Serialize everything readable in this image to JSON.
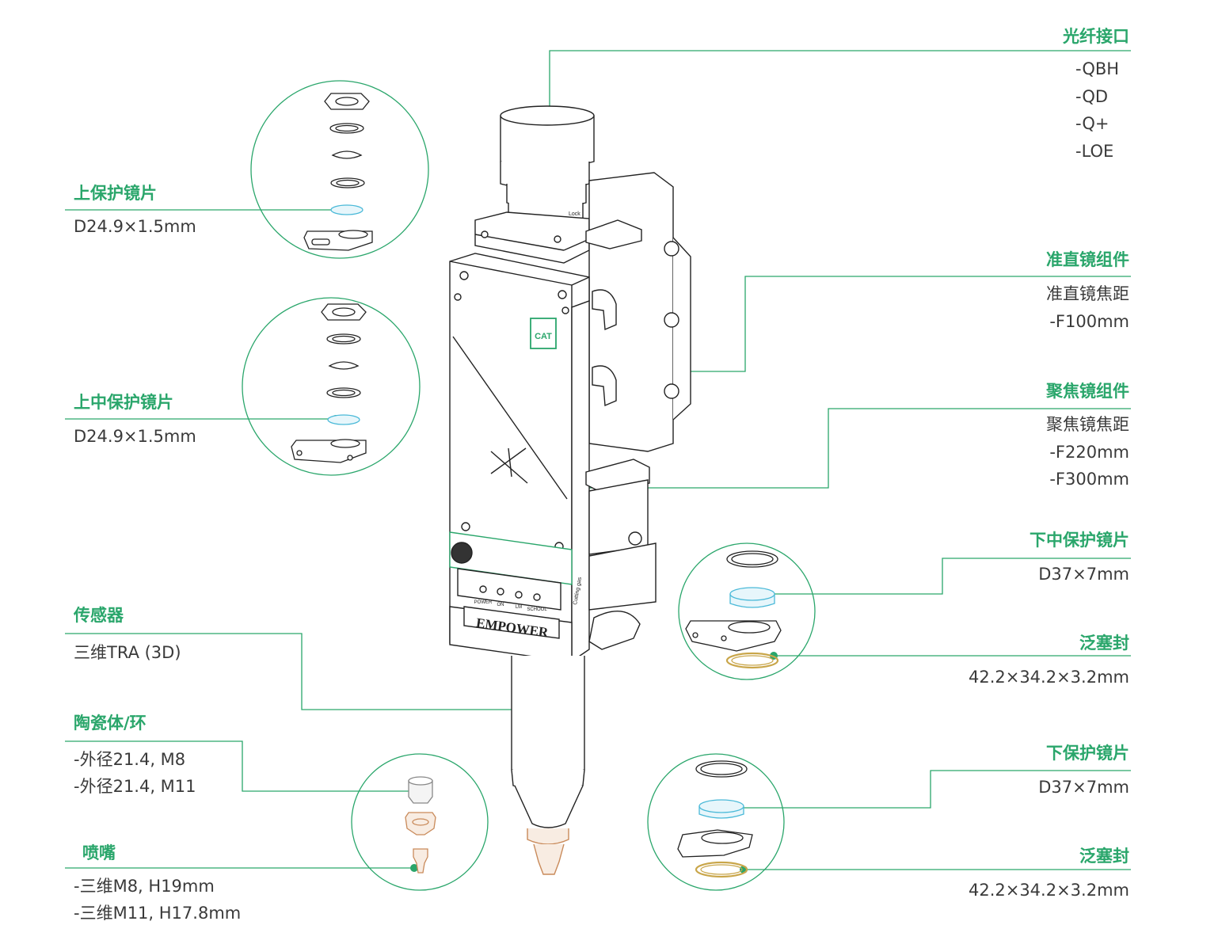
{
  "colors": {
    "accent": "#2aa66b",
    "line": "#2aa66b",
    "text": "#3a3a3a",
    "ink": "#222222",
    "copper": "#c98a5a"
  },
  "right": {
    "fiber": {
      "title": "光纤接口",
      "specs": [
        "-QBH",
        "-QD",
        "-Q+",
        "-LOE"
      ]
    },
    "collimator": {
      "title": "准直镜组件",
      "specs": [
        "准直镜焦距",
        "-F100mm"
      ]
    },
    "focus": {
      "title": "聚焦镜组件",
      "specs": [
        "聚焦镜焦距",
        "-F220mm",
        "-F300mm"
      ]
    },
    "lower_mid_window": {
      "title": "下中保护镜片",
      "spec": "D37×7mm"
    },
    "seal1": {
      "title": "泛塞封",
      "spec": "42.2×34.2×3.2mm"
    },
    "lower_window": {
      "title": "下保护镜片",
      "spec": "D37×7mm"
    },
    "seal2": {
      "title": "泛塞封",
      "spec": "42.2×34.2×3.2mm"
    }
  },
  "left": {
    "upper_window": {
      "title": "上保护镜片",
      "spec": "D24.9×1.5mm"
    },
    "upper_mid_window": {
      "title": "上中保护镜片",
      "spec": "D24.9×1.5mm"
    },
    "sensor": {
      "title": "传感器",
      "spec": "三维TRA (3D)"
    },
    "ceramic": {
      "title": "陶瓷体/环",
      "specs": [
        "-外径21.4, M8",
        "-外径21.4, M11"
      ]
    },
    "nozzle": {
      "title": "喷嘴",
      "specs": [
        "-三维M8, H19mm",
        "-三维M11, H17.8mm"
      ]
    }
  },
  "device": {
    "brand_plate": "EMPOWER",
    "logo": "CAT",
    "leds": [
      "POWER",
      "ON",
      "LM",
      "SCHOOL"
    ],
    "lock_label": "Lock",
    "cutting_label": "Cutting gas"
  }
}
